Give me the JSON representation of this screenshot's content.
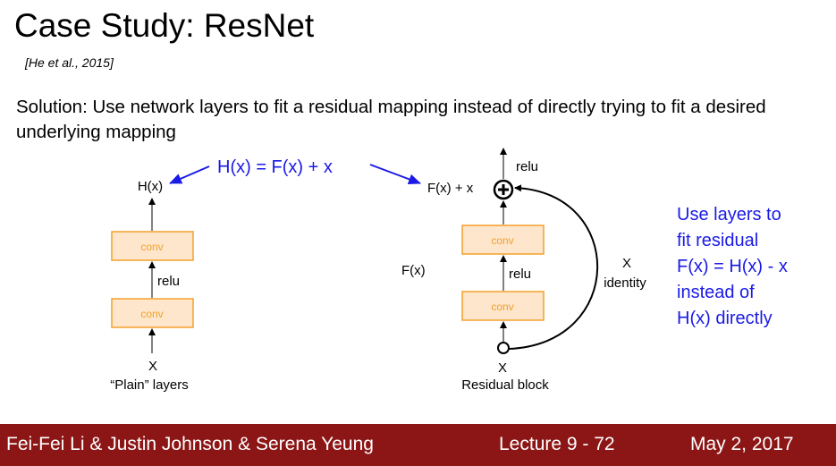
{
  "slide": {
    "title": "Case Study: ResNet",
    "citation": "[He et al., 2015]",
    "solution_text": "Solution: Use network layers to fit a residual mapping instead of directly trying to fit a desired underlying mapping"
  },
  "diagram": {
    "equation": "H(x) = F(x) + x",
    "plain": {
      "output_label": "H(x)",
      "conv_top": "conv",
      "activation": "relu",
      "conv_bottom": "conv",
      "input_label": "X",
      "caption": "“Plain” layers"
    },
    "residual": {
      "output_relu": "relu",
      "sum_label": "F(x) + x",
      "conv_top": "conv",
      "fx_label": "F(x)",
      "activation": "relu",
      "conv_bottom": "conv",
      "input_label": "X",
      "caption": "Residual block",
      "skip_label_x": "X",
      "skip_label_identity": "identity"
    },
    "side_note": "Use layers to\nfit residual\nF(x) = H(x) - x\ninstead of\nH(x) directly"
  },
  "colors": {
    "accent_blue": "#1a1ae6",
    "conv_fill": "#fde6cc",
    "conv_stroke": "#f4a02a",
    "footer_bg": "#8c1515"
  },
  "footer": {
    "authors": "Fei-Fei Li & Justin Johnson & Serena Yeung",
    "lecture": "Lecture 9 - 72",
    "date": "May 2, 2017"
  }
}
